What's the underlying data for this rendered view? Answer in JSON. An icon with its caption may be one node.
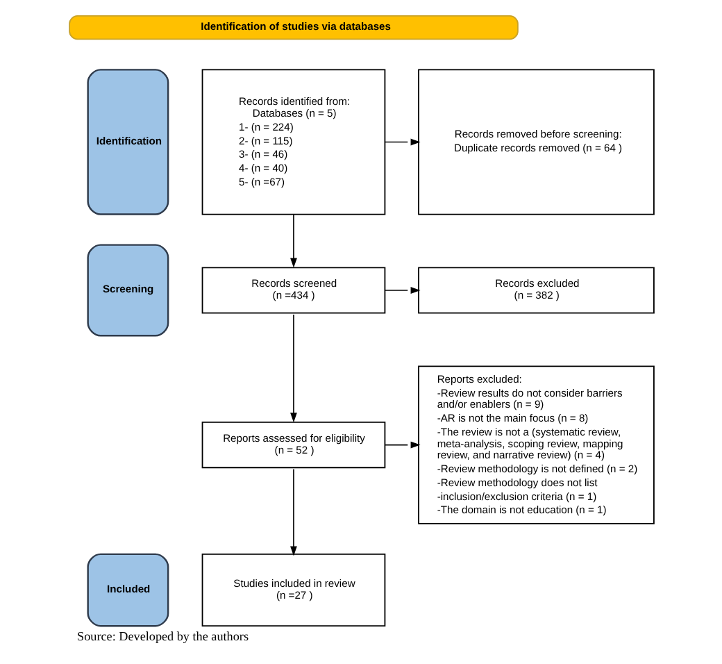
{
  "diagram": {
    "caption": "Source: Developed by the authors",
    "nodes": [
      {
        "text": [
          "Identification of studies via databases"
        ]
      },
      {
        "text": [
          "Identification"
        ]
      },
      {
        "text": [
          "Records identified from: Databases (n = 5)",
          "1- (n = 224)",
          "2- (n = 115)",
          "3- (n = 46)",
          "4- (n = 40)",
          "5- (n =67)"
        ]
      },
      {
        "text": [
          "Records removed before screening:",
          "Duplicate records removed (n = 64 )"
        ]
      },
      {
        "text": [
          "Screening"
        ]
      },
      {
        "text": [
          "Records screened (n =434 )"
        ]
      },
      {
        "text": [
          "Records excluded (n = 382 )"
        ]
      },
      {
        "text": [
          "Reports assessed for eligibility (n = 52 )"
        ]
      },
      {
        "text": [
          "Reports excluded:",
          "-Review results do not consider barriers and/or enablers (n = 9)",
          "-AR is not the main focus (n = 8)",
          "-The review is not a (systematic review, meta-analysis, scoping review, mapping review, and narrative review) (n = 4)",
          "-Review methodology is not defined (n = 2)",
          "-Review methodology does not list",
          "-inclusion/exclusion criteria (n = 1)",
          "-The domain is not education (n = 1)"
        ]
      },
      {
        "text": [
          "Included"
        ]
      },
      {
        "text": [
          "Studies included in review (n =27 )"
        ]
      }
    ],
    "edges": [
      {
        "from": 2,
        "to": 3,
        "arrow": "to"
      },
      {
        "from": 2,
        "to": 5,
        "arrow": "to"
      },
      {
        "from": 5,
        "to": 6,
        "arrow": "to"
      },
      {
        "from": 5,
        "to": 7,
        "arrow": "to"
      },
      {
        "from": 7,
        "to": 8,
        "arrow": "to"
      },
      {
        "from": 7,
        "to": 10,
        "arrow": "to"
      }
    ]
  }
}
